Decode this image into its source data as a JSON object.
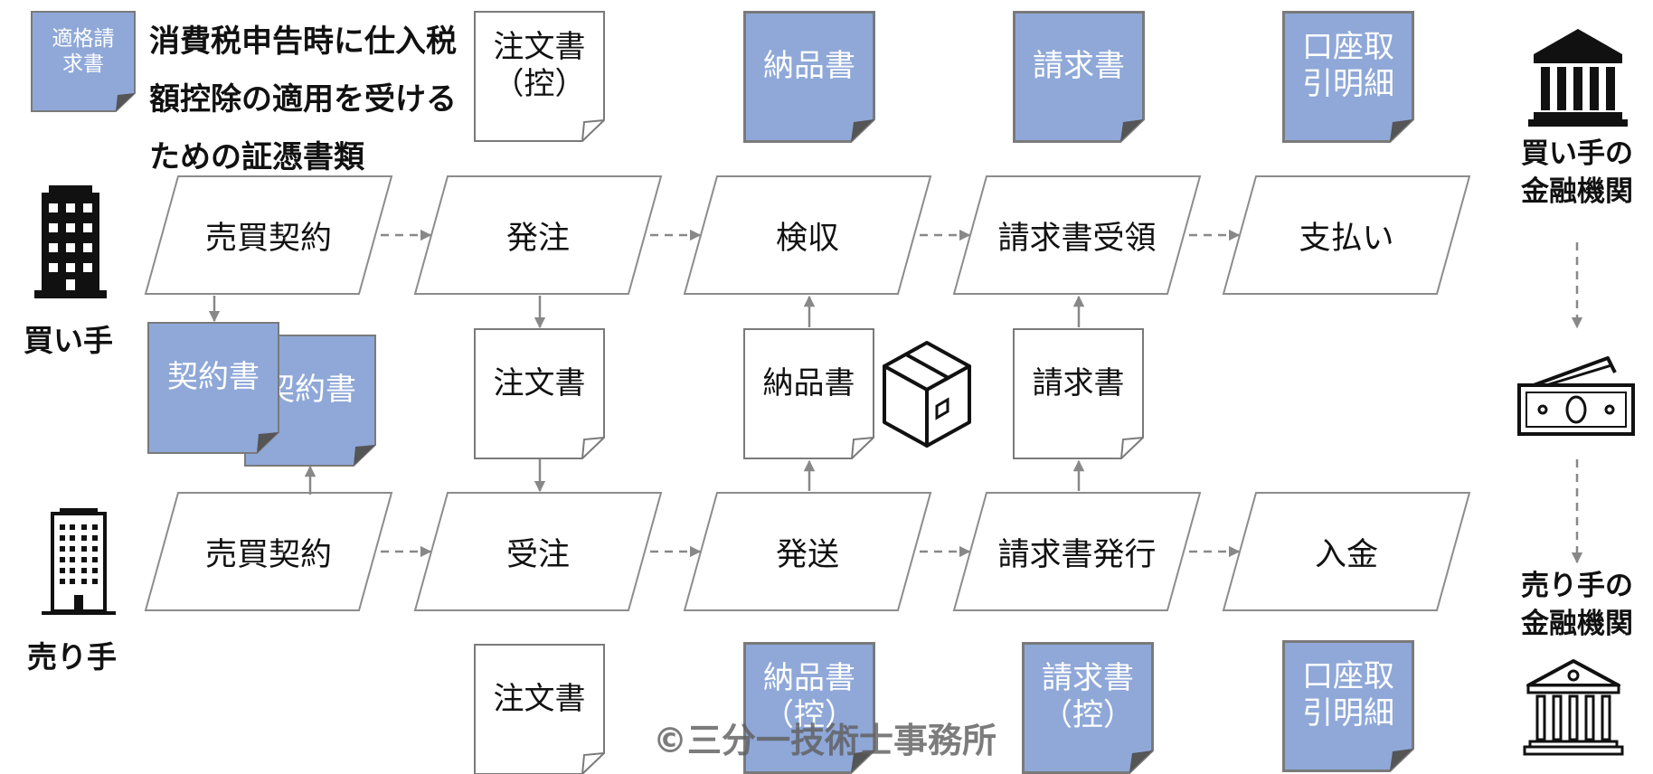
{
  "legend": {
    "badge_label": "適格請\n求書",
    "description": "消費税申告時に仕入税額控除の適用を受けるための証憑書類"
  },
  "actors": {
    "buyer": "買い手",
    "seller": "売り手",
    "buyer_bank": "買い手の\n金融機関",
    "seller_bank": "売り手の\n金融機関"
  },
  "buyer_steps": [
    "売買契約",
    "発注",
    "検収",
    "請求書受領",
    "支払い"
  ],
  "seller_steps": [
    "売買契約",
    "受注",
    "発送",
    "請求書発行",
    "入金"
  ],
  "documents": {
    "buyer_order_copy": "注文書\n（控）",
    "buyer_delivery_slip": "納品書",
    "buyer_invoice": "請求書",
    "buyer_bank_statement": "口座取\n引明細",
    "contract_front": "契約書",
    "contract_back": "契約書",
    "order_form": "注文書",
    "delivery_slip": "納品書",
    "invoice": "請求書",
    "seller_order_form": "注文書",
    "seller_delivery_copy": "納品書\n（控）",
    "seller_invoice_copy": "請求書\n（控）",
    "seller_bank_statement": "口座取\n引明細"
  },
  "icons": {
    "buyer": "office-building-icon",
    "seller": "office-building-icon",
    "banks": "bank-building-icon",
    "payment": "banknotes-icon",
    "delivery": "package-box-icon"
  },
  "watermark": "©三分一技術士事務所",
  "colors": {
    "accent_fill": "#8fa8d8",
    "document_border": "#7a7a7a",
    "arrow": "#888888"
  }
}
